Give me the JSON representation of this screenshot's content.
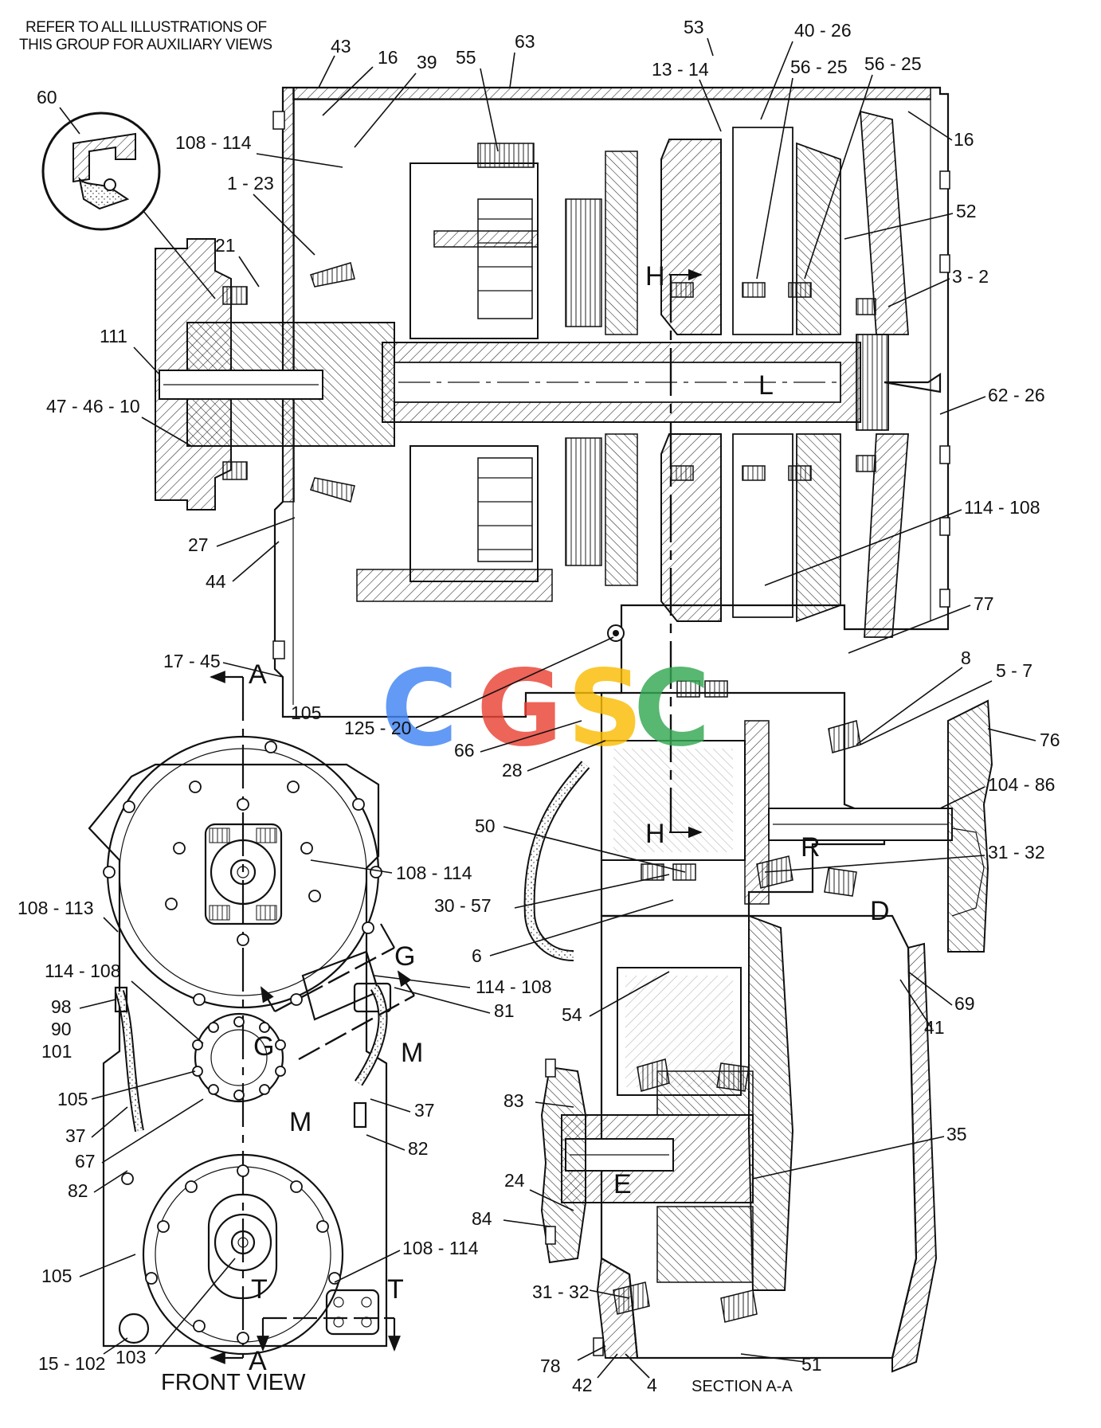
{
  "note": {
    "line1": "REFER TO ALL ILLUSTRATIONS OF",
    "line2": "THIS GROUP FOR AUXILIARY VIEWS"
  },
  "view_titles": {
    "front": "FRONT VIEW",
    "section": "SECTION A-A"
  },
  "section_markers": {
    "a_top": "A",
    "a_bottom": "A",
    "g_right": "G",
    "g_left": "G",
    "m_right": "M",
    "m_left": "M",
    "t_left": "T",
    "t_right": "T"
  },
  "detail_letters": {
    "h_top": "H",
    "h_mid": "H",
    "l": "L",
    "r": "R",
    "d": "D",
    "e": "E"
  },
  "watermark": {
    "letters": [
      "C",
      "G",
      "S",
      "C"
    ],
    "colors": [
      "#4285F4",
      "#EA4335",
      "#FBBC05",
      "#34A853"
    ]
  },
  "callouts": {
    "c43": "43",
    "c16a": "16",
    "c39": "39",
    "c55": "55",
    "c63": "63",
    "c53": "53",
    "c40_26": "40 - 26",
    "c13_14": "13 - 14",
    "c56_25a": "56 - 25",
    "c56_25b": "56 - 25",
    "c16b": "16",
    "c60": "60",
    "c108_114a": "108 - 114",
    "c1_23": "1 - 23",
    "c21": "21",
    "c52": "52",
    "c3_2": "3 - 2",
    "c111": "111",
    "c47_46_10": "47 - 46 - 10",
    "c62_26": "62 - 26",
    "c114_108a": "114 - 108",
    "c27": "27",
    "c44": "44",
    "c77": "77",
    "c8": "8",
    "c5_7": "5 - 7",
    "c17_45": "17 - 45",
    "c105a": "105",
    "c125_20": "125 - 20",
    "c66": "66",
    "c28": "28",
    "c76": "76",
    "c104_86": "104 - 86",
    "c50": "50",
    "c31_32a": "31 - 32",
    "c108_114b": "108 - 114",
    "c108_113": "108 - 113",
    "c30_57": "30 - 57",
    "c6": "6",
    "c114_108b": "114 - 108",
    "c114_108c": "114 - 108",
    "c98": "98",
    "c90": "90",
    "c101": "101",
    "c81": "81",
    "c69": "69",
    "c41": "41",
    "c54": "54",
    "c105b": "105",
    "c37a": "37",
    "c37b": "37",
    "c67": "67",
    "c83": "83",
    "c35": "35",
    "c82a": "82",
    "c82b": "82",
    "c24": "24",
    "c84": "84",
    "c105c": "105",
    "c108_114c": "108 - 114",
    "c31_32b": "31 - 32",
    "c15_102": "15 - 102",
    "c103": "103",
    "c78": "78",
    "c42": "42",
    "c4": "4",
    "c51": "51"
  }
}
